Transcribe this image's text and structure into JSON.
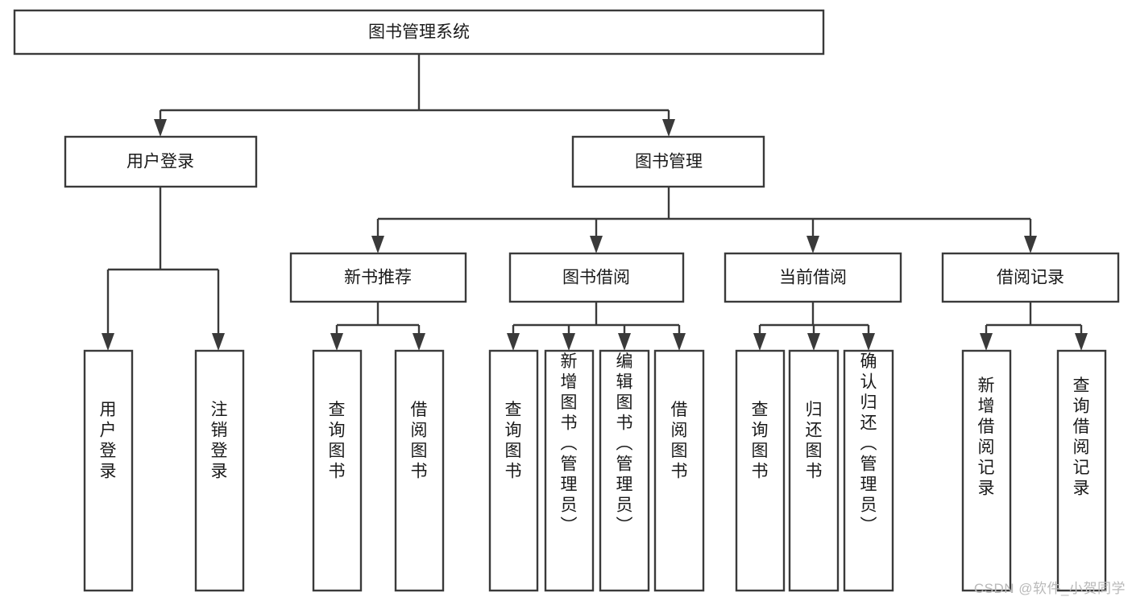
{
  "diagram": {
    "type": "tree-hierarchy-flowchart",
    "title": "图书管理系统",
    "root": {
      "label": "图书管理系统",
      "id": "root"
    },
    "level2": [
      {
        "id": "user-login",
        "label": "用户登录"
      },
      {
        "id": "book-management",
        "label": "图书管理"
      }
    ],
    "level3": [
      {
        "id": "new-book-recommend",
        "label": "新书推荐",
        "parent": "book-management"
      },
      {
        "id": "book-borrow",
        "label": "图书借阅",
        "parent": "book-management"
      },
      {
        "id": "current-borrow",
        "label": "当前借阅",
        "parent": "book-management"
      },
      {
        "id": "borrow-record",
        "label": "借阅记录",
        "parent": "book-management"
      }
    ],
    "leaves": [
      {
        "id": "leaf-user-login",
        "label": "用户登录",
        "parent": "user-login"
      },
      {
        "id": "leaf-logout-login",
        "label": "注销登录",
        "parent": "user-login"
      },
      {
        "id": "leaf-query-book-1",
        "label": "查询图书",
        "parent": "new-book-recommend"
      },
      {
        "id": "leaf-borrow-book-1",
        "label": "借阅图书",
        "parent": "new-book-recommend"
      },
      {
        "id": "leaf-query-book-2",
        "label": "查询图书",
        "parent": "book-borrow"
      },
      {
        "id": "leaf-add-book",
        "label": "新增图书（管理员）",
        "parent": "book-borrow"
      },
      {
        "id": "leaf-edit-book",
        "label": "编辑图书（管理员）",
        "parent": "book-borrow"
      },
      {
        "id": "leaf-borrow-book-2",
        "label": "借阅图书",
        "parent": "book-borrow"
      },
      {
        "id": "leaf-query-book-3",
        "label": "查询图书",
        "parent": "current-borrow"
      },
      {
        "id": "leaf-return-book",
        "label": "归还图书",
        "parent": "current-borrow"
      },
      {
        "id": "leaf-confirm-return",
        "label": "确认归还（管理员）",
        "parent": "current-borrow"
      },
      {
        "id": "leaf-add-record",
        "label": "新增借阅记录",
        "parent": "borrow-record"
      },
      {
        "id": "leaf-query-record",
        "label": "查询借阅记录",
        "parent": "borrow-record"
      }
    ]
  },
  "watermark": {
    "text": "CSDN @软件_小贺同学"
  },
  "colors": {
    "background": "#ffffff",
    "box_fill": "#ffffff",
    "box_stroke": "#3a3a3a",
    "text": "#1a1a1a",
    "watermark": "#b9b9b9"
  }
}
